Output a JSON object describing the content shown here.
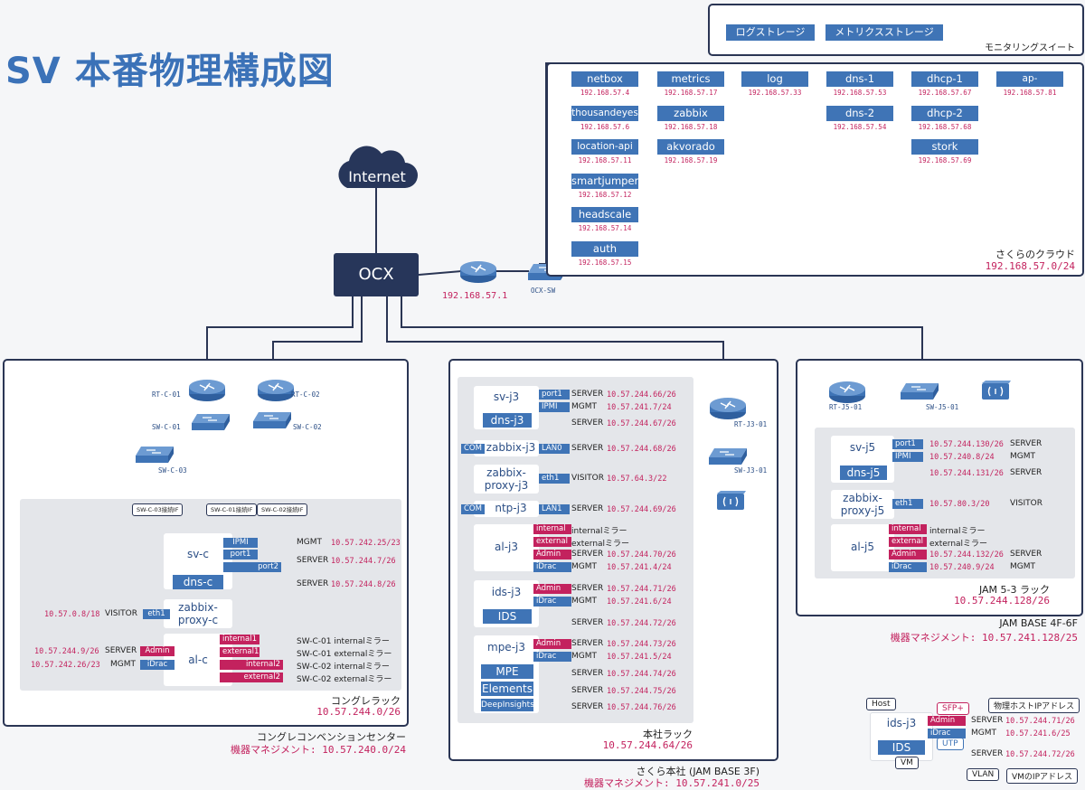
{
  "title": "SV 本番物理構成図",
  "internet": "Internet",
  "ocx": "OCX",
  "router_ip": "192.168.57.1",
  "ocx_sw": "OCX-SW",
  "monitoring": {
    "items": [
      "ログストレージ",
      "メトリクスストレージ"
    ],
    "label": "モニタリングスイート"
  },
  "cloud": {
    "label": "さくらのクラウド",
    "subnet": "192.168.57.0/24",
    "services": [
      {
        "name": "netbox",
        "ip": "192.168.57.4"
      },
      {
        "name": "thousandeyes",
        "ip": "192.168.57.6"
      },
      {
        "name": "location-api",
        "ip": "192.168.57.11"
      },
      {
        "name": "smartjumper",
        "ip": "192.168.57.12"
      },
      {
        "name": "headscale",
        "ip": "192.168.57.14"
      },
      {
        "name": "auth",
        "ip": "192.168.57.15"
      },
      {
        "name": "metrics",
        "ip": "192.168.57.17"
      },
      {
        "name": "zabbix",
        "ip": "192.168.57.18"
      },
      {
        "name": "akvorado",
        "ip": "192.168.57.19"
      },
      {
        "name": "log",
        "ip": "192.168.57.33"
      },
      {
        "name": "dns-1",
        "ip": "192.168.57.53"
      },
      {
        "name": "dns-2",
        "ip": "192.168.57.54"
      },
      {
        "name": "dhcp-1",
        "ip": "192.168.57.67"
      },
      {
        "name": "dhcp-2",
        "ip": "192.168.57.68"
      },
      {
        "name": "stork",
        "ip": "192.168.57.69"
      },
      {
        "name": "ap-monitoring",
        "ip": "192.168.57.81"
      }
    ]
  },
  "c": {
    "devices": [
      "RT-C-01",
      "RT-C-02",
      "SW-C-01",
      "SW-C-02",
      "SW-C-03"
    ],
    "callouts": [
      "SW-C-03接続IF",
      "SW-C-01接続IF",
      "SW-C-02接続IF"
    ],
    "svc": {
      "host": "sv-c",
      "vm": "dns-c",
      "ipmi": "IPMI",
      "port1": "port1",
      "port2": "port2",
      "mgmt": "MGMT",
      "mgmt_ip": "10.57.242.25/23",
      "server": "SERVER",
      "server_ip1": "10.57.244.7/26",
      "server_ip2": "10.57.244.8/26"
    },
    "zabbix": {
      "host": "zabbix-\nproxy-c",
      "port": "eth1",
      "role": "VISITOR",
      "ip": "10.57.0.8/18"
    },
    "al": {
      "host": "al-c",
      "admin": "Admin",
      "idrac": "iDrac",
      "server": "SERVER",
      "mgmt": "MGMT",
      "server_ip": "10.57.244.9/26",
      "mgmt_ip": "10.57.242.26/23",
      "ports": [
        "internal1",
        "external1",
        "internal2",
        "external2"
      ],
      "mirrors": [
        "SW-C-01 internalミラー",
        "SW-C-01 externalミラー",
        "SW-C-02 internalミラー",
        "SW-C-02 externalミラー"
      ]
    },
    "rack_label": "コングレラック",
    "rack_ip": "10.57.244.0/26",
    "site_label": "コングレコンベンションセンター",
    "site_mgmt": "機器マネジメント: 10.57.240.0/24"
  },
  "j3": {
    "devices": [
      "RT-J3-01",
      "SW-J3-01"
    ],
    "sv": {
      "host": "sv-j3",
      "vm": "dns-j3",
      "port1": "port1",
      "ipmi": "IPMI",
      "rows": [
        [
          "SERVER",
          "10.57.244.66/26"
        ],
        [
          "MGMT",
          "10.57.241.7/24"
        ],
        [
          "SERVER",
          "10.57.244.67/26"
        ]
      ]
    },
    "zabbix": {
      "com": "COM",
      "host": "zabbix-j3",
      "port": "LAN0",
      "role": "SERVER",
      "ip": "10.57.244.68/26"
    },
    "zproxy": {
      "host": "zabbix-\nproxy-j3",
      "port": "eth1",
      "role": "VISITOR",
      "ip": "10.57.64.3/22"
    },
    "ntp": {
      "com": "COM",
      "host": "ntp-j3",
      "port": "LAN1",
      "role": "SERVER",
      "ip": "10.57.244.69/26"
    },
    "al": {
      "host": "al-j3",
      "tags": [
        "internal",
        "external",
        "Admin",
        "iDrac"
      ],
      "rows": [
        [
          "internalミラー",
          ""
        ],
        [
          "externalミラー",
          ""
        ],
        [
          "SERVER",
          "10.57.244.70/26"
        ],
        [
          "MGMT",
          "10.57.241.4/24"
        ]
      ]
    },
    "ids": {
      "host": "ids-j3",
      "vm": "IDS",
      "tags": [
        "Admin",
        "iDrac"
      ],
      "rows": [
        [
          "SERVER",
          "10.57.244.71/26"
        ],
        [
          "MGMT",
          "10.57.241.6/24"
        ],
        [
          "SERVER",
          "10.57.244.72/26"
        ]
      ]
    },
    "mpe": {
      "host": "mpe-j3",
      "vms": [
        "MPE",
        "Elements",
        "DeepInsights"
      ],
      "tags": [
        "Admin",
        "iDrac"
      ],
      "rows": [
        [
          "SERVER",
          "10.57.244.73/26"
        ],
        [
          "MGMT",
          "10.57.241.5/24"
        ],
        [
          "SERVER",
          "10.57.244.74/26"
        ],
        [
          "SERVER",
          "10.57.244.75/26"
        ],
        [
          "SERVER",
          "10.57.244.76/26"
        ]
      ]
    },
    "rack_label": "本社ラック",
    "rack_ip": "10.57.244.64/26",
    "site_label": "さくら本社 (JAM BASE 3F)",
    "site_mgmt": "機器マネジメント: 10.57.241.0/25"
  },
  "j5": {
    "devices": [
      "RT-J5-01",
      "SW-J5-01"
    ],
    "sv": {
      "host": "sv-j5",
      "vm": "dns-j5",
      "port1": "port1",
      "ipmi": "IPMI",
      "rows": [
        [
          "10.57.244.130/26",
          "SERVER"
        ],
        [
          "10.57.240.8/24",
          "MGMT"
        ],
        [
          "10.57.244.131/26",
          "SERVER"
        ]
      ]
    },
    "zproxy": {
      "host": "zabbix-\nproxy-j5",
      "port": "eth1",
      "ip": "10.57.80.3/20",
      "role": "VISITOR"
    },
    "al": {
      "host": "al-j5",
      "tags": [
        "internal",
        "external",
        "Admin",
        "iDrac"
      ],
      "rows": [
        [
          "internalミラー",
          ""
        ],
        [
          "externalミラー",
          ""
        ],
        [
          "10.57.244.132/26",
          "SERVER"
        ],
        [
          "10.57.240.9/24",
          "MGMT"
        ]
      ]
    },
    "rack_label": "JAM 5-3 ラック",
    "rack_ip": "10.57.244.128/26",
    "site_label": "JAM BASE 4F-6F",
    "site_mgmt": "機器マネジメント: 10.57.241.128/25"
  },
  "legend": {
    "host_callout": "Host",
    "sfp": "SFP+",
    "phys_ip": "物理ホストIPアドレス",
    "host": "ids-j3",
    "admin": "Admin",
    "idrac": "iDrac",
    "utp": "UTP",
    "vm": "IDS",
    "vm_callout": "VM",
    "rows": [
      [
        "SERVER",
        "10.57.244.71/26"
      ],
      [
        "MGMT",
        "10.57.241.6/25"
      ],
      [
        "SERVER",
        "10.57.244.72/26"
      ]
    ],
    "vlan": "VLAN",
    "vm_ip": "VMのIPアドレス"
  },
  "colors": {
    "navy": "#27365a",
    "blue": "#3f74b6",
    "red": "#c3225e",
    "panel_border": "#2a3554",
    "rack_bg": "#e4e6ea"
  }
}
